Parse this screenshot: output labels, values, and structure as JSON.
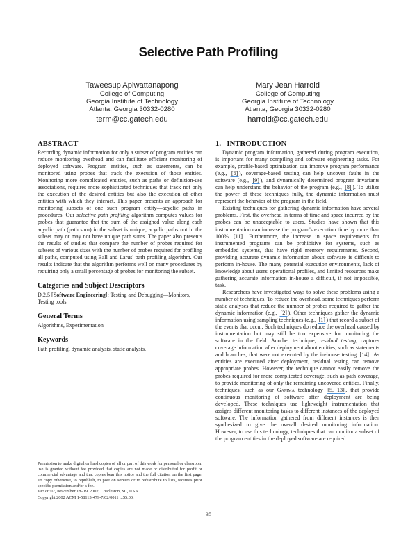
{
  "paper": {
    "title": "Selective Path Profiling",
    "authors": [
      {
        "name": "Taweesup Apiwattanapong",
        "department": "College of Computing",
        "institution": "Georgia Institute of Technology",
        "address": "Atlanta, Georgia 30332-0280",
        "email": "term@cc.gatech.edu"
      },
      {
        "name": "Mary Jean Harrold",
        "department": "College of Computing",
        "institution": "Georgia Institute of Technology",
        "address": "Atlanta, Georgia 30332-0280",
        "email": "harrold@cc.gatech.edu"
      }
    ],
    "abstract": {
      "heading": "ABSTRACT",
      "text_before_italic": "Recording dynamic information for only a subset of program entities can reduce monitoring overhead and can facilitate efficient monitoring of deployed software. Program entities, such as statements, can be monitored using probes that track the execution of those entities. Monitoring more complicated entities, such as paths or definition-use associations, requires more sophisticated techniques that track not only the execution of the desired entities but also the execution of other entities with which they interact. This paper presents an approach for monitoring subsets of one such program entity—acyclic paths in procedures. Our ",
      "italic": "selective path profiling",
      "text_after_italic": " algorithm computes values for probes that guarantee that the sum of the assigned value along each acyclic path (path sum) in the subset is unique; acyclic paths not in the subset may or may not have unique path sums. The paper also presents the results of studies that compare the number of probes required for subsets of various sizes with the number of probes required for profiling all paths, computed using Ball and Larus' path profiling algorithm. Our results indicate that the algorithm performs well on many procedures by requiring only a small percentage of probes for monitoring the subset."
    },
    "categories": {
      "heading": "Categories and Subject Descriptors",
      "code": "D.2.5 [",
      "bold": "Software Engineering",
      "rest": "]: Testing and Debugging—Monitors, Testing tools"
    },
    "general_terms": {
      "heading": "General Terms",
      "text": "Algorithms, Experimentation"
    },
    "keywords": {
      "heading": "Keywords",
      "text": "Path profiling, dynamic analysis, static analysis."
    },
    "permission": {
      "text": "Permission to make digital or hard copies of all or part of this work for personal or classroom use is granted without fee provided that copies are not made or distributed for profit or commercial advantage and that copies bear this notice and the full citation on the first page. To copy otherwise, to republish, to post on servers or to redistribute to lists, requires prior specific permission and/or a fee.",
      "venue_italic": "PASTE",
      "venue_rest": "'02, November 18–19, 2002, Charleston, SC, USA.",
      "copyright": "Copyright 2002 ACM 1-58113-479-7/02/0011 ...$5.00."
    },
    "introduction": {
      "heading": "1.   INTRODUCTION",
      "p1": {
        "a": "Dynamic program information, gathered during program execution, is important for many compiling and software engineering tasks. For example, profile-based optimization can improve program performance (e.g., ",
        "c1": "[6]",
        "b": "), coverage-based testing can help uncover faults in the software (e.g., ",
        "c2": "[9]",
        "c": "), and dynamically determined program invariants can help understand the behavior of the program (e.g., ",
        "c3": "[8]",
        "d": "). To utilize the power of these techniques fully, the dynamic information must represent the behavior of the program in the field."
      },
      "p2": {
        "a": "Existing techniques for gathering dynamic information have several problems. First, the overhead in terms of time and space incurred by the probes can be unacceptable to users. Studies have shown that this instrumentation can increase the program's execution time by more than 100% ",
        "c1": "[11]",
        "b": ". Furthermore, the increase in space requirements for instrumented programs can be prohibitive for systems, such as embedded systems, that have rigid memory requirements. Second, providing accurate dynamic information about software is difficult to perform in-house. The many potential execution environments, lack of knowledge about users' operational profiles, and limited resources make gathering accurate information in-house a difficult, if not impossible, task."
      },
      "p3": {
        "a": "Researchers have investigated ways to solve these problems using a number of techniques. To reduce the overhead, some techniques perform static analyses that reduce the number of probes required to gather the dynamic information (e.g., ",
        "c1": "[2]",
        "b": "). Other techniques gather the dynamic information using sampling techniques (e.g., ",
        "c2": "[1]",
        "c": ") that record a subset of the events that occur. Such techniques do reduce the overhead caused by instrumentation but may still be too expensive for monitoring the software in the field. Another technique, ",
        "italic": "residual testing",
        "d": ", captures coverage information after deployment about entities, such as statements and branches, that were not executed by the in-house testing ",
        "c3": "[14]",
        "e": ". As entities are executed after deployment, residual testing can remove appropriate probes. However, the technique cannot easily remove the probes required for more complicated coverage, such as path coverage, to provide monitoring of only the remaining uncovered entities. Finally, techniques, such as our ",
        "smallcaps": "Gamma",
        "f": " technology ",
        "c4": "[5, 13]",
        "g": ", that provide continuous monitoring of software after deployment are being developed. These techniques use lightweight instrumentation that assigns different monitoring tasks to different instances of the deployed software. The information gathered from different instances is then synthesized to give the overall desired monitoring information. However, to use this technology, techniques that can monitor a subset of the program entities in the deployed software are required."
      }
    },
    "page_number": "35"
  }
}
